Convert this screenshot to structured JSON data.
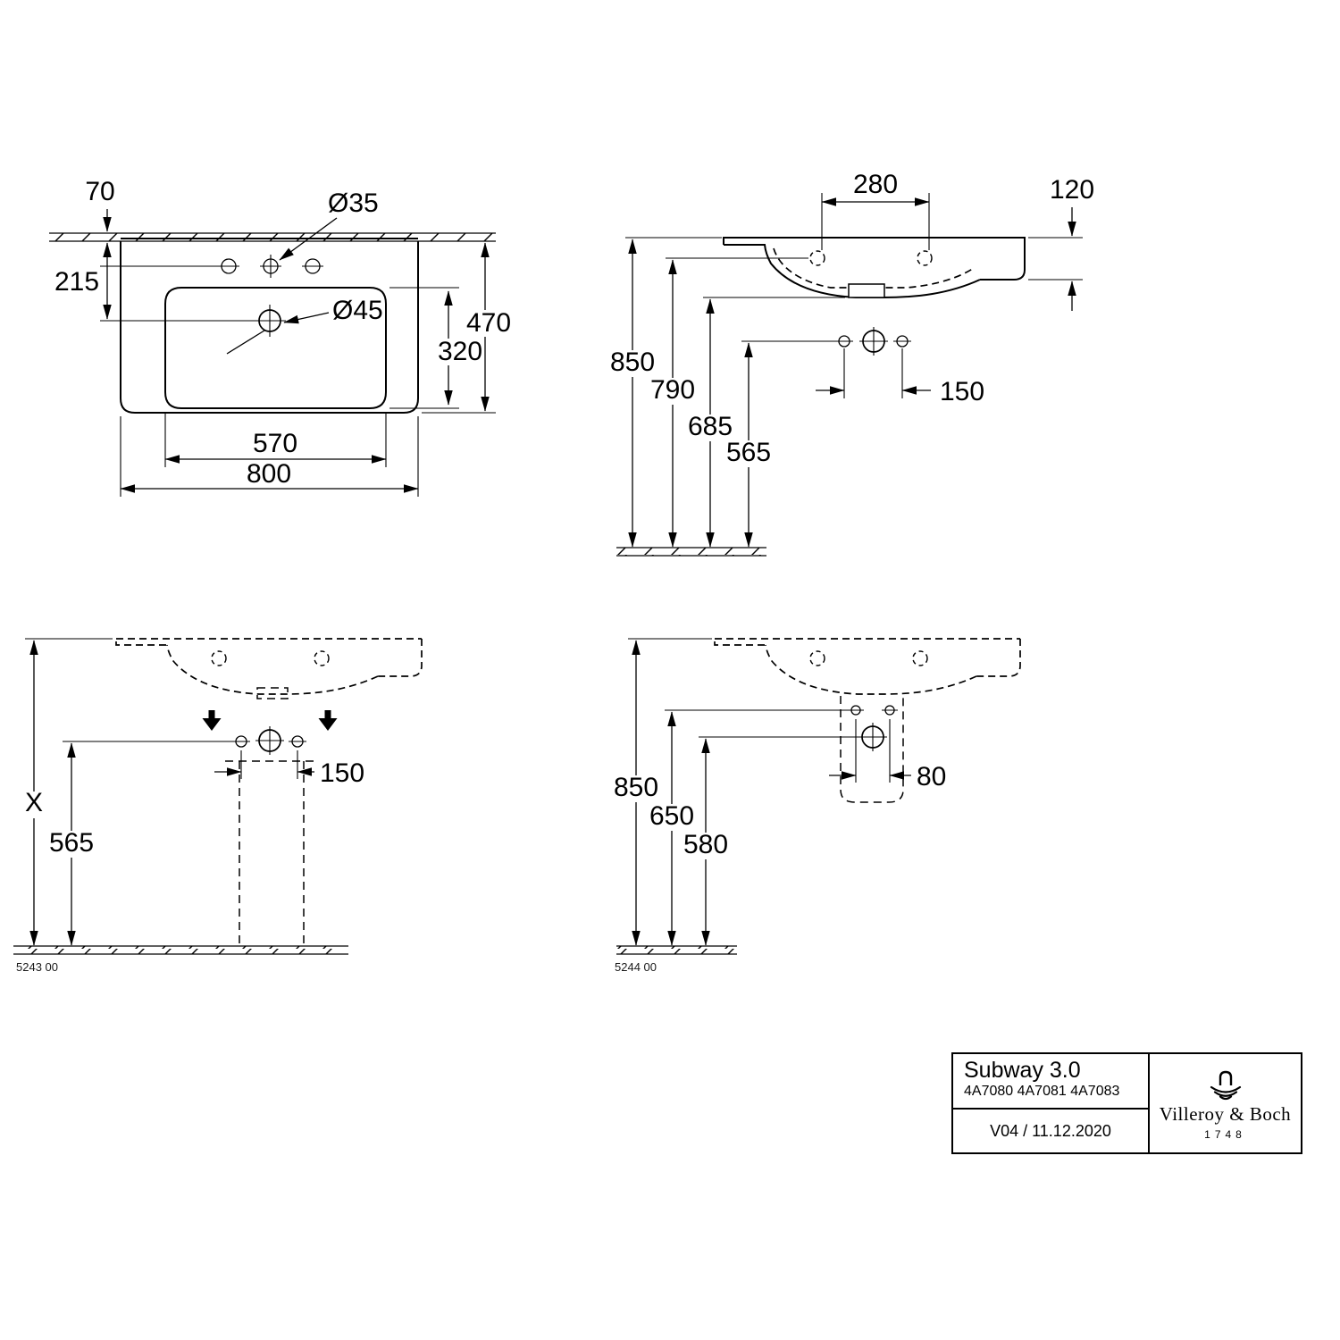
{
  "drawing": {
    "plan_view": {
      "dim_wall_offset": "70",
      "dim_back_to_drain": "215",
      "label_tap_hole_diameter": "Ø35",
      "label_drain_diameter": "Ø45",
      "dim_bowl_depth": "320",
      "dim_total_depth": "470",
      "dim_bowl_width": "570",
      "dim_total_width": "800"
    },
    "front_view": {
      "dim_tap_hole_spacing": "280",
      "dim_front_edge_height": "120",
      "dim_height_total": "850",
      "dim_height_tap_deck": "790",
      "dim_height_overflow": "685",
      "dim_height_fixing_holes": "565",
      "dim_fixing_hole_spacing": "150"
    },
    "pedestal_view": {
      "dim_height_x": "X",
      "dim_height_fixing_holes": "565",
      "dim_fixing_hole_spacing": "150",
      "article_code": "5243 00"
    },
    "siphon_view": {
      "dim_height_total": "850",
      "dim_height_fixing_holes": "650",
      "dim_height_drain": "580",
      "dim_drain_spacing": "80",
      "article_code": "5244 00"
    }
  },
  "title_block": {
    "product_name": "Subway 3.0",
    "article_numbers": "4A7080 4A7081 4A7083",
    "version_date": "V04 / 11.12.2020",
    "brand_name": "Villeroy & Boch",
    "brand_founding_year": "1748"
  }
}
